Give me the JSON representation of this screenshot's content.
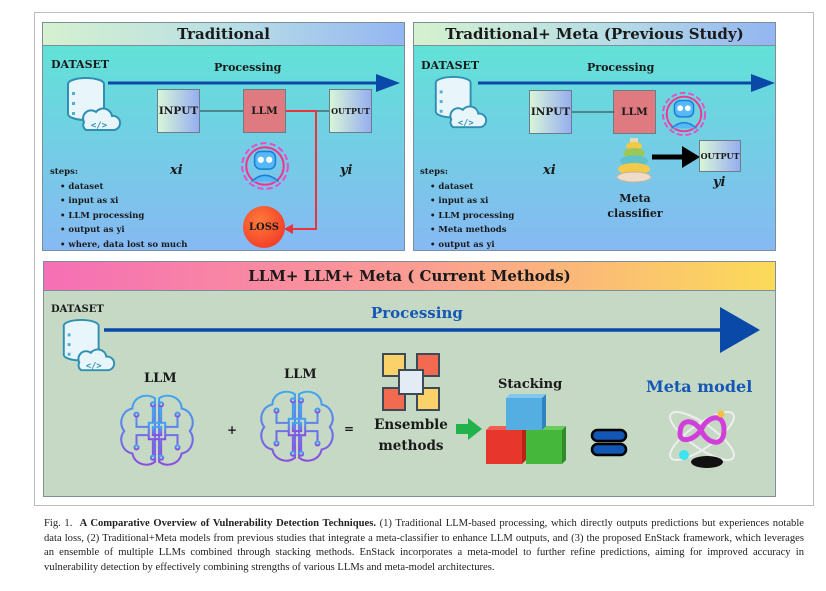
{
  "panels": {
    "traditional": {
      "title": "Traditional",
      "dataset_label": "DATASET",
      "processing_label": "Processing",
      "input_label": "INPUT",
      "llm_label": "LLM",
      "output_label": "OUTPUT",
      "xi_label": "xi",
      "yi_label": "yi",
      "loss_label": "LOSS",
      "steps_title": "steps:",
      "steps": [
        "dataset",
        "input as xi",
        "LLM processing",
        "output as yi",
        "where, data lost so much"
      ]
    },
    "traditional_meta": {
      "title": "Traditional+ Meta (Previous Study)",
      "dataset_label": "DATASET",
      "processing_label": "Processing",
      "input_label": "INPUT",
      "llm_label": "LLM",
      "output_label": "OUTPUT",
      "xi_label": "xi",
      "yi_label": "yi",
      "meta_classifier_line1": "Meta",
      "meta_classifier_line2": "classifier",
      "steps_title": "steps:",
      "steps": [
        "dataset",
        "input as xi",
        "LLM processing",
        "Meta methods",
        "output as yi"
      ]
    },
    "current": {
      "title": "LLM+ LLM+ Meta ( Current Methods)",
      "dataset_label": "DATASET",
      "processing_label": "Processing",
      "llm1_label": "LLM",
      "llm2_label": "LLM",
      "plus_sign": "+",
      "equals_sign": "=",
      "ensemble_line1": "Ensemble",
      "ensemble_line2": "methods",
      "stacking_label": "Stacking",
      "meta_model_label": "Meta model"
    }
  },
  "caption": {
    "fig_label": "Fig. 1.",
    "bold_title": "A Comparative Overview of Vulnerability Detection Techniques.",
    "body": "(1) Traditional LLM-based processing, which directly outputs predictions but experiences notable data loss, (2) Traditional+Meta models from previous studies that integrate a meta-classifier to enhance LLM outputs, and (3) the proposed EnStack framework, which leverages an ensemble of multiple LLMs combined through stacking methods. EnStack incorporates a meta-model to further refine predictions, aiming for improved accuracy in vulnerability detection by effectively combining strengths of various LLMs and meta-model architectures."
  },
  "colors": {
    "arrow_blue": "#0a49a8",
    "llm_box": "#de7a80",
    "loss_red": "#f04a2a",
    "loss_line": "#e8343a",
    "bottom_panel_bg": "#c5d9c5"
  }
}
